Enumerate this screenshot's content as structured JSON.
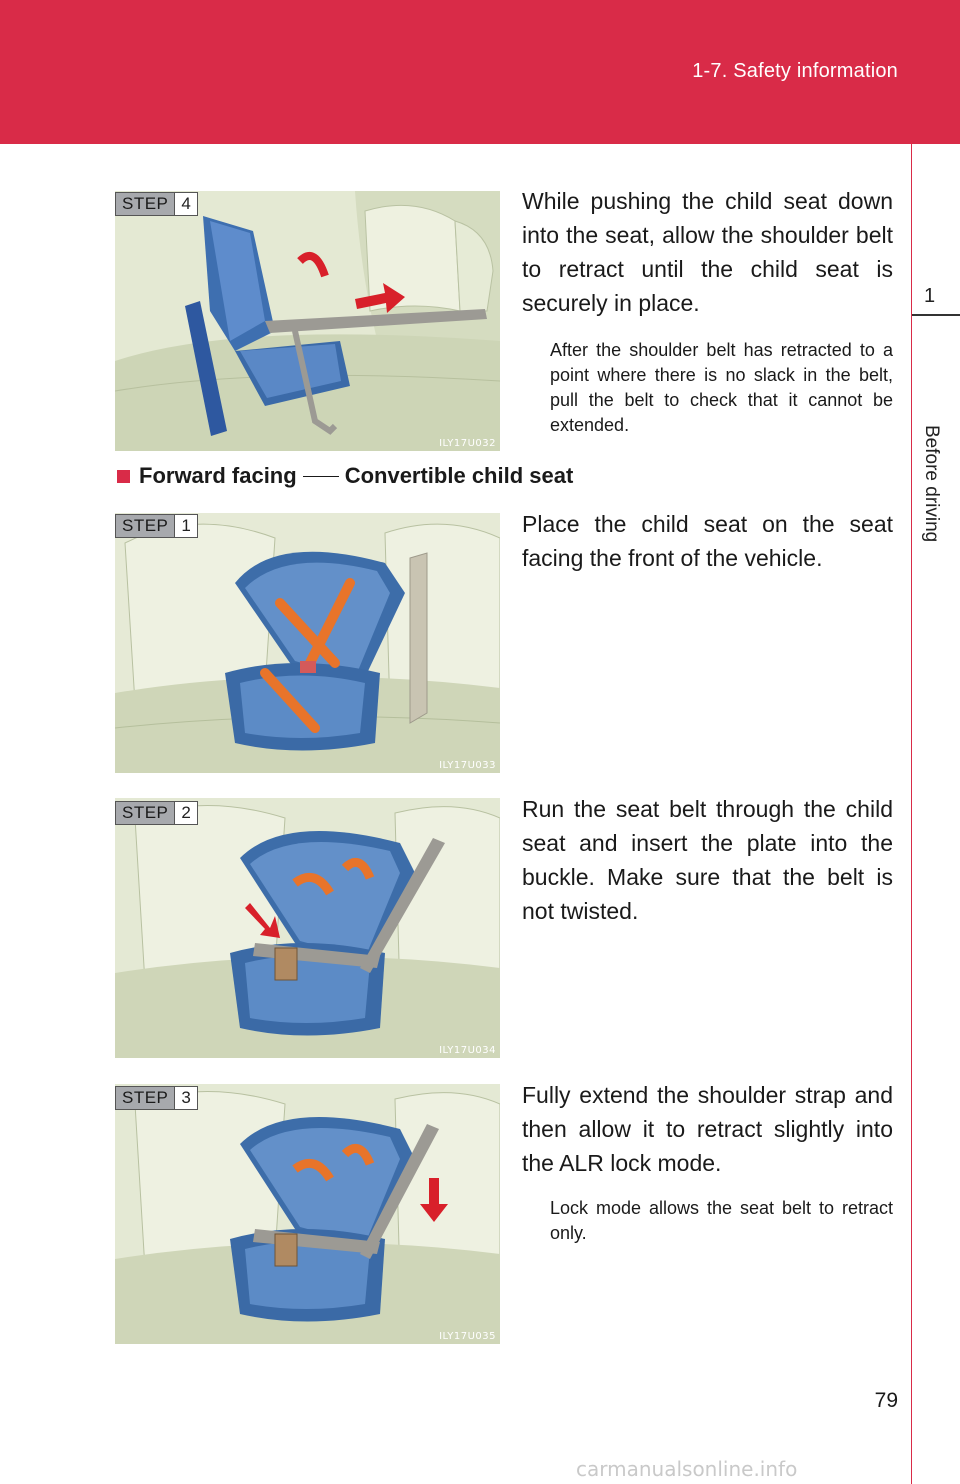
{
  "header": {
    "section_title": "1-7. Safety information"
  },
  "side_tab": {
    "chapter_number": "1",
    "chapter_label": "Before driving"
  },
  "colors": {
    "accent": "#d92b48",
    "seat_leather": "#dfe5cc",
    "child_seat_blue": "#3f6fa8",
    "harness_orange": "#e8742a",
    "arrow_red": "#d8202a",
    "belt_gray": "#9c9a94"
  },
  "steps_top": {
    "step4": {
      "badge_label": "STEP",
      "badge_number": "4",
      "image_code": "ILY17U032",
      "text": "While pushing the child seat down into the seat, allow the shoulder belt to retract until the child seat is securely in place.",
      "note": "After the shoulder belt has retracted to a point where there is no slack in the belt, pull the belt to check that it cannot be extended."
    }
  },
  "section": {
    "heading_part1": "Forward facing",
    "heading_part2": "Convertible child seat"
  },
  "steps": {
    "step1": {
      "badge_label": "STEP",
      "badge_number": "1",
      "image_code": "ILY17U033",
      "text": "Place the child seat on the seat facing the front of the vehicle."
    },
    "step2": {
      "badge_label": "STEP",
      "badge_number": "2",
      "image_code": "ILY17U034",
      "text": "Run the seat belt through the child seat and insert the plate into the buckle. Make sure that the belt is not twisted."
    },
    "step3": {
      "badge_label": "STEP",
      "badge_number": "3",
      "image_code": "ILY17U035",
      "text": "Fully extend the shoulder strap and then allow it to retract slightly into the ALR lock mode.",
      "note": "Lock mode allows the seat belt to retract only."
    }
  },
  "footer": {
    "page_number": "79",
    "watermark": "carmanualsonline.info"
  }
}
